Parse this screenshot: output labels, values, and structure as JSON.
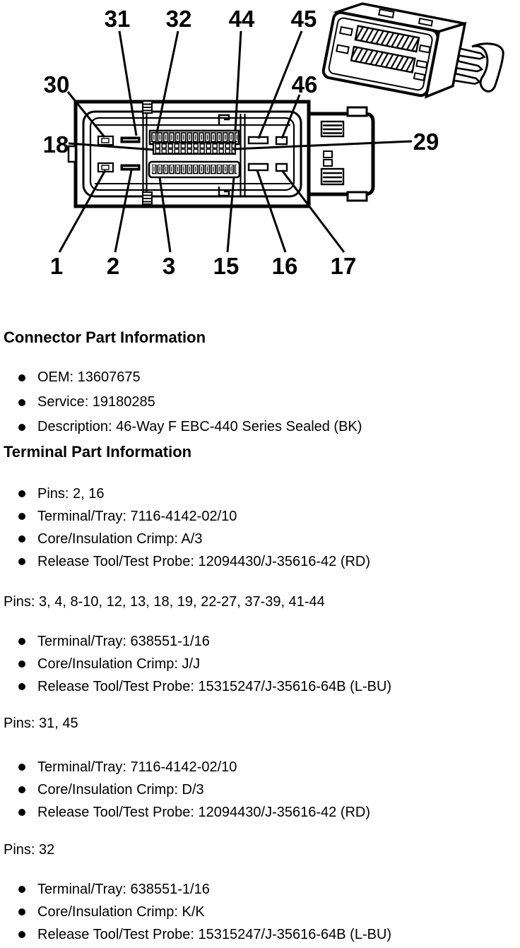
{
  "colors": {
    "ink": "#000000",
    "paper": "#ffffff"
  },
  "figure": {
    "callouts": [
      "31",
      "32",
      "44",
      "45",
      "30",
      "46",
      "18",
      "29",
      "1",
      "2",
      "3",
      "15",
      "16",
      "17"
    ]
  },
  "connector_part_information": {
    "heading": "Connector Part Information",
    "bullets": [
      "OEM: 13607675",
      "Service: 19180285",
      "Description: 46-Way F EBC-440 Series Sealed (BK)"
    ]
  },
  "terminal_part_information": {
    "heading": "Terminal Part Information",
    "group1": {
      "bullets": [
        "Pins: 2, 16",
        "Terminal/Tray: 7116-4142-02/10",
        "Core/Insulation Crimp: A/3",
        "Release Tool/Test Probe: 12094430/J-35616-42 (RD)"
      ]
    },
    "group2": {
      "pins_heading": "Pins: 3, 4, 8-10, 12, 13, 18, 19, 22-27, 37-39, 41-44",
      "bullets": [
        "Terminal/Tray: 638551-1/16",
        "Core/Insulation Crimp: J/J",
        "Release Tool/Test Probe: 15315247/J-35616-64B (L-BU)"
      ]
    },
    "group3": {
      "pins_heading": "Pins: 31, 45",
      "bullets": [
        "Terminal/Tray: 7116-4142-02/10",
        "Core/Insulation Crimp: D/3",
        "Release Tool/Test Probe: 12094430/J-35616-42 (RD)"
      ]
    },
    "group4": {
      "pins_heading": "Pins: 32",
      "bullets": [
        "Terminal/Tray: 638551-1/16",
        "Core/Insulation Crimp: K/K",
        "Release Tool/Test Probe: 15315247/J-35616-64B (L-BU)"
      ]
    }
  }
}
